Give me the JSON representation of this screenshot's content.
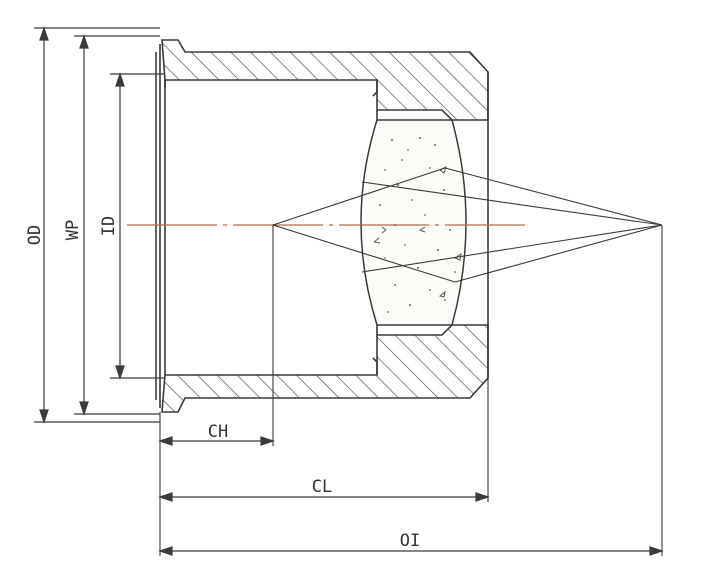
{
  "labels": {
    "od": "OD",
    "wp": "WP",
    "id": "ID",
    "ch": "CH",
    "cl": "CL",
    "oi": "OI"
  },
  "colors": {
    "line": "#3a3a3a",
    "hatch": "#4a4a4a",
    "centerline": "#b06a4a",
    "window_fill": "#fbfbf8",
    "speckle": "#8a8a8a"
  }
}
